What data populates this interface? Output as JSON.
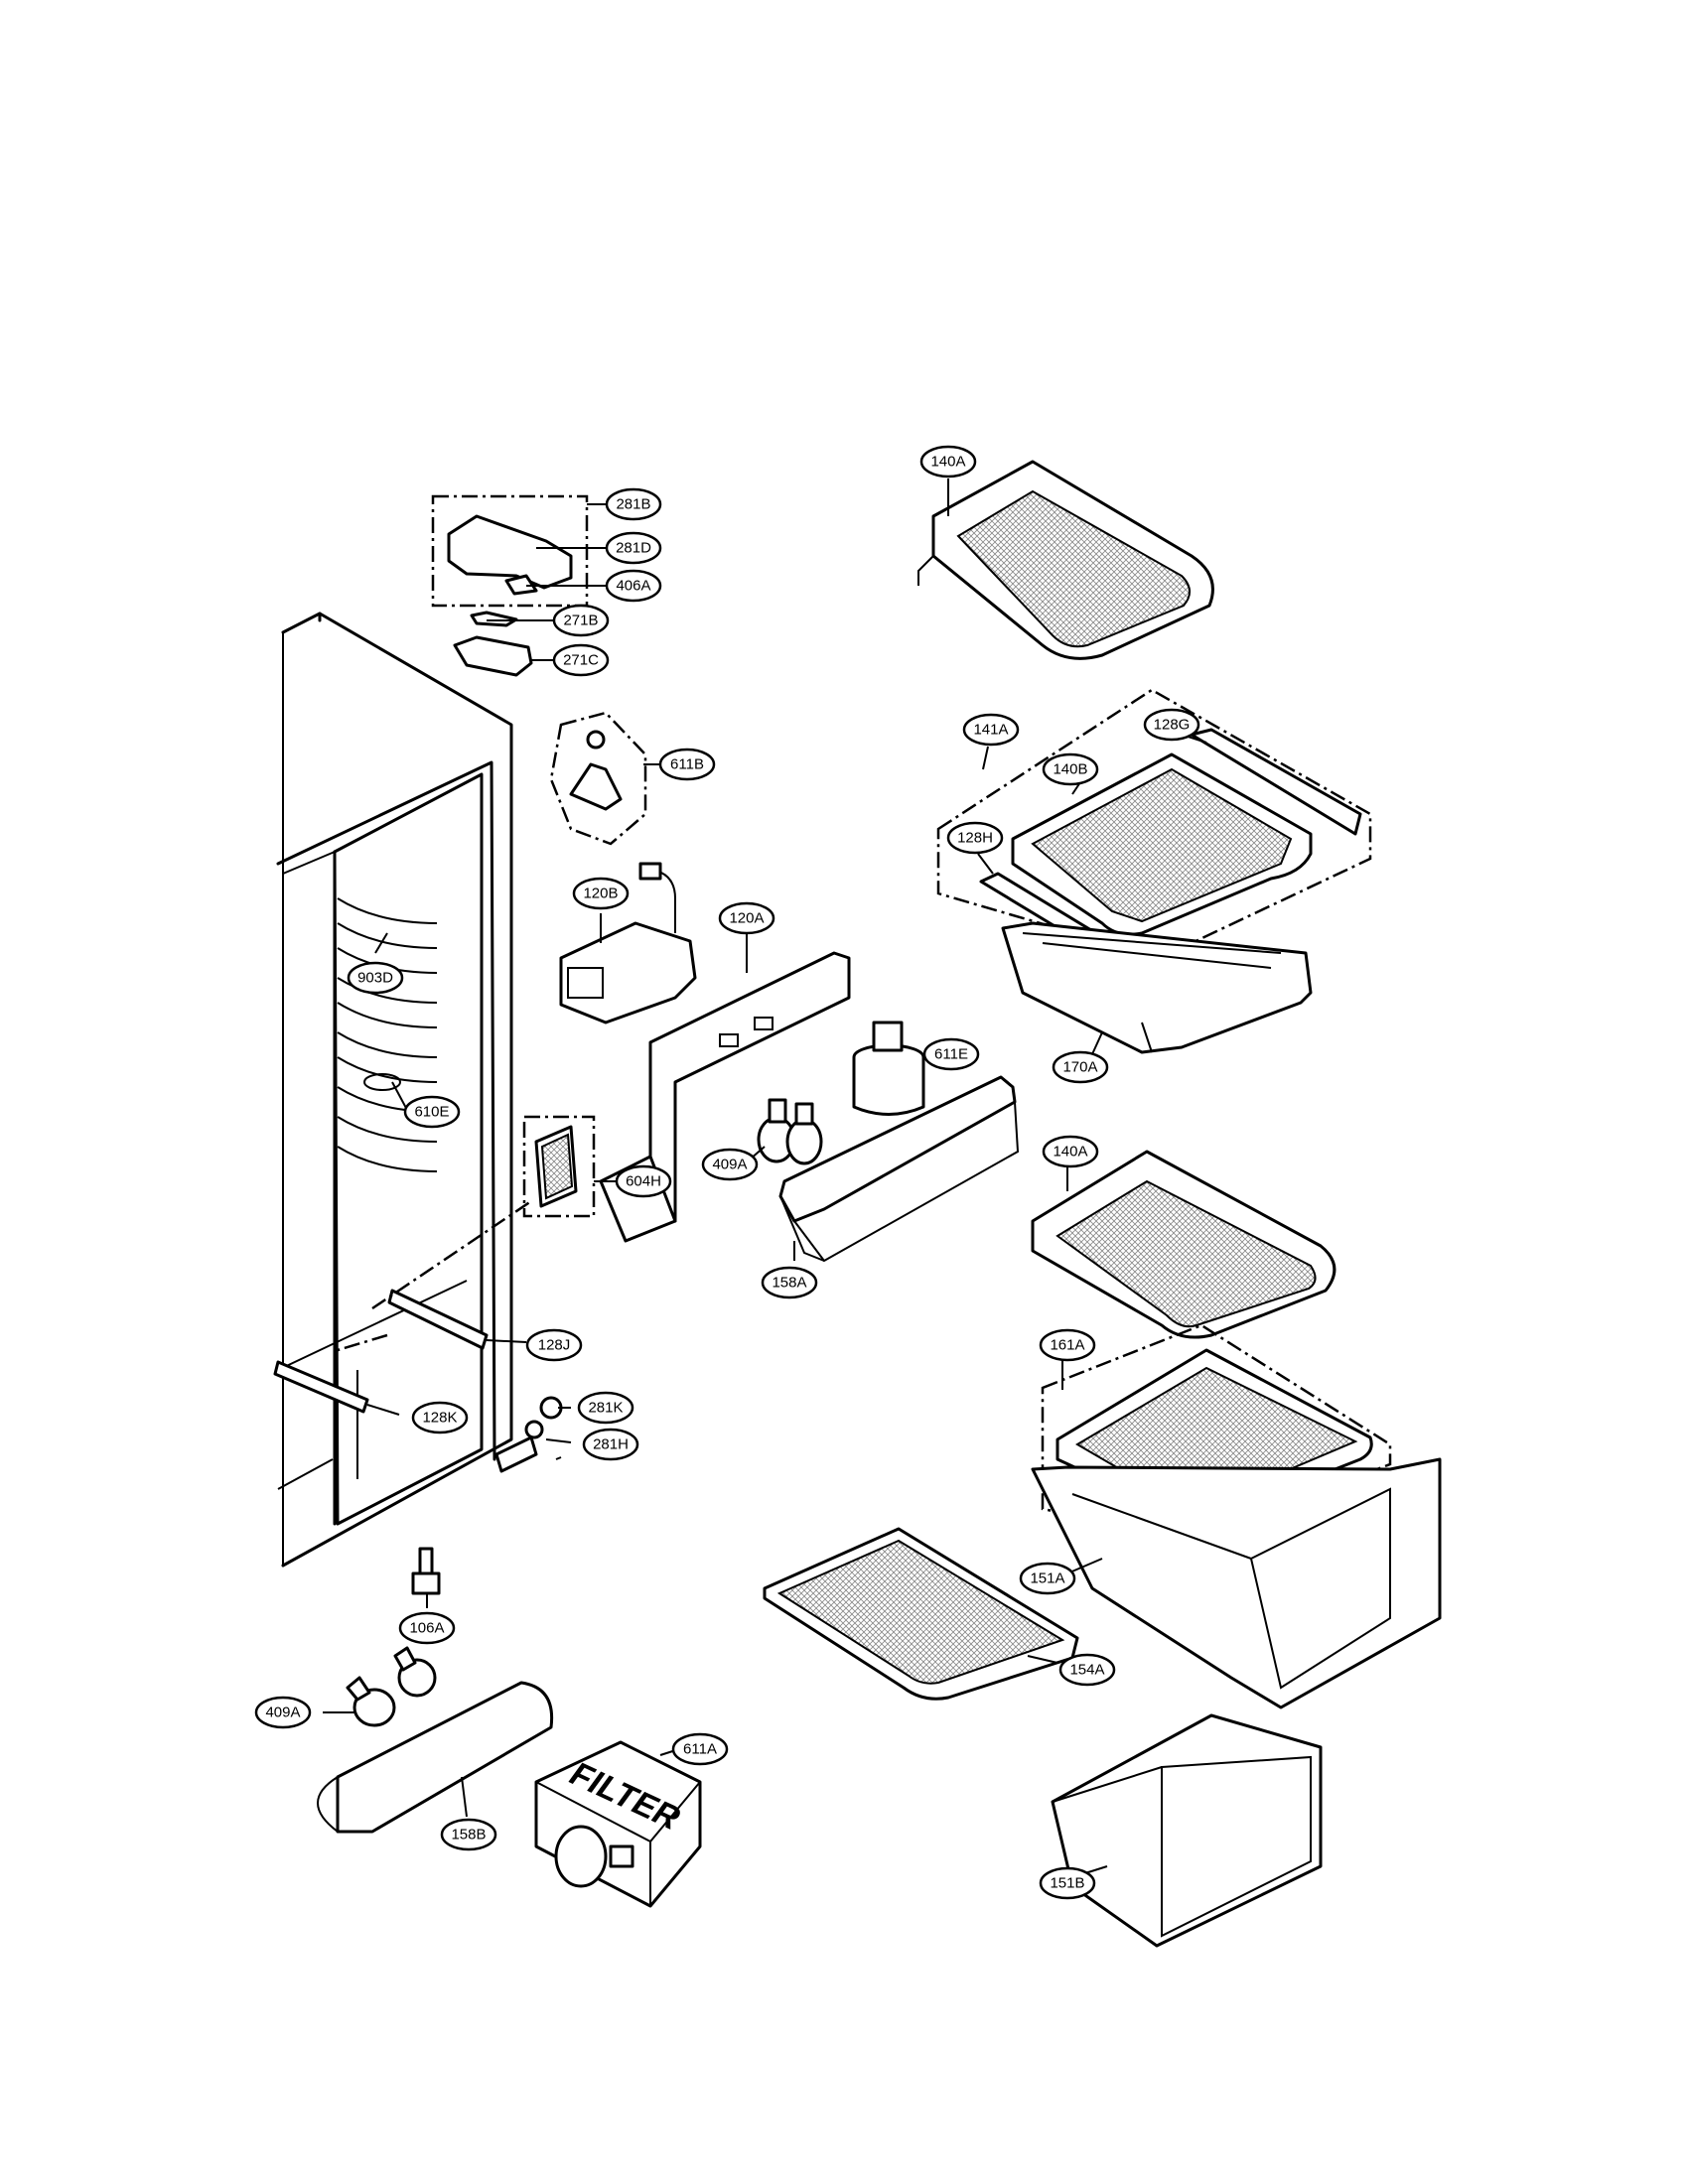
{
  "diagram": {
    "callouts": [
      {
        "id": "281B",
        "label": "281B"
      },
      {
        "id": "281D",
        "label": "281D"
      },
      {
        "id": "406A",
        "label": "406A"
      },
      {
        "id": "271B",
        "label": "271B"
      },
      {
        "id": "271C",
        "label": "271C"
      },
      {
        "id": "611B",
        "label": "611B"
      },
      {
        "id": "120B",
        "label": "120B"
      },
      {
        "id": "120A",
        "label": "120A"
      },
      {
        "id": "903D",
        "label": "903D"
      },
      {
        "id": "610E",
        "label": "610E"
      },
      {
        "id": "604H",
        "label": "604H"
      },
      {
        "id": "611E",
        "label": "611E"
      },
      {
        "id": "409A-upper",
        "label": "409A"
      },
      {
        "id": "158A",
        "label": "158A"
      },
      {
        "id": "128J",
        "label": "128J"
      },
      {
        "id": "128K",
        "label": "128K"
      },
      {
        "id": "281K",
        "label": "281K"
      },
      {
        "id": "281H",
        "label": "281H"
      },
      {
        "id": "106A",
        "label": "106A"
      },
      {
        "id": "409A-lower",
        "label": "409A"
      },
      {
        "id": "158B",
        "label": "158B"
      },
      {
        "id": "611A",
        "label": "611A"
      },
      {
        "id": "140A-top",
        "label": "140A"
      },
      {
        "id": "141A",
        "label": "141A"
      },
      {
        "id": "128G",
        "label": "128G"
      },
      {
        "id": "140B",
        "label": "140B"
      },
      {
        "id": "128H",
        "label": "128H"
      },
      {
        "id": "170A",
        "label": "170A"
      },
      {
        "id": "140A-mid",
        "label": "140A"
      },
      {
        "id": "161A",
        "label": "161A"
      },
      {
        "id": "151A",
        "label": "151A"
      },
      {
        "id": "154A",
        "label": "154A"
      },
      {
        "id": "151B",
        "label": "151B"
      }
    ],
    "filter_box_text": "FILTER"
  }
}
